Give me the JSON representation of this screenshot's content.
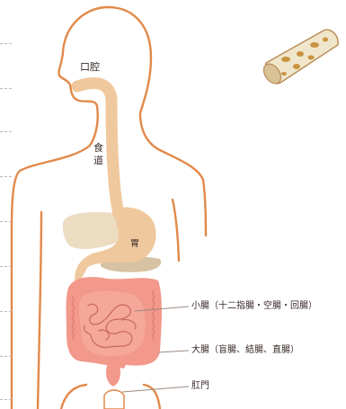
{
  "labels": {
    "mouth": "口腔",
    "esophagus": "食道",
    "stomach": "胃",
    "small_intestine": "小腸（十二指腸・空腸・回腸）",
    "large_intestine": "大腸（盲腸、結腸、直腸）",
    "anus": "肛門"
  },
  "colors": {
    "outline": "#e2894a",
    "digestive_tract": "#efc89d",
    "organ_light": "#ecdcc2",
    "organ_dark": "#d7c2a3",
    "intestine": "#f2998c",
    "intestine_dark": "#c96b63",
    "leader": "#9a8a80"
  },
  "icons": [
    "bone-cross-section-icon"
  ]
}
